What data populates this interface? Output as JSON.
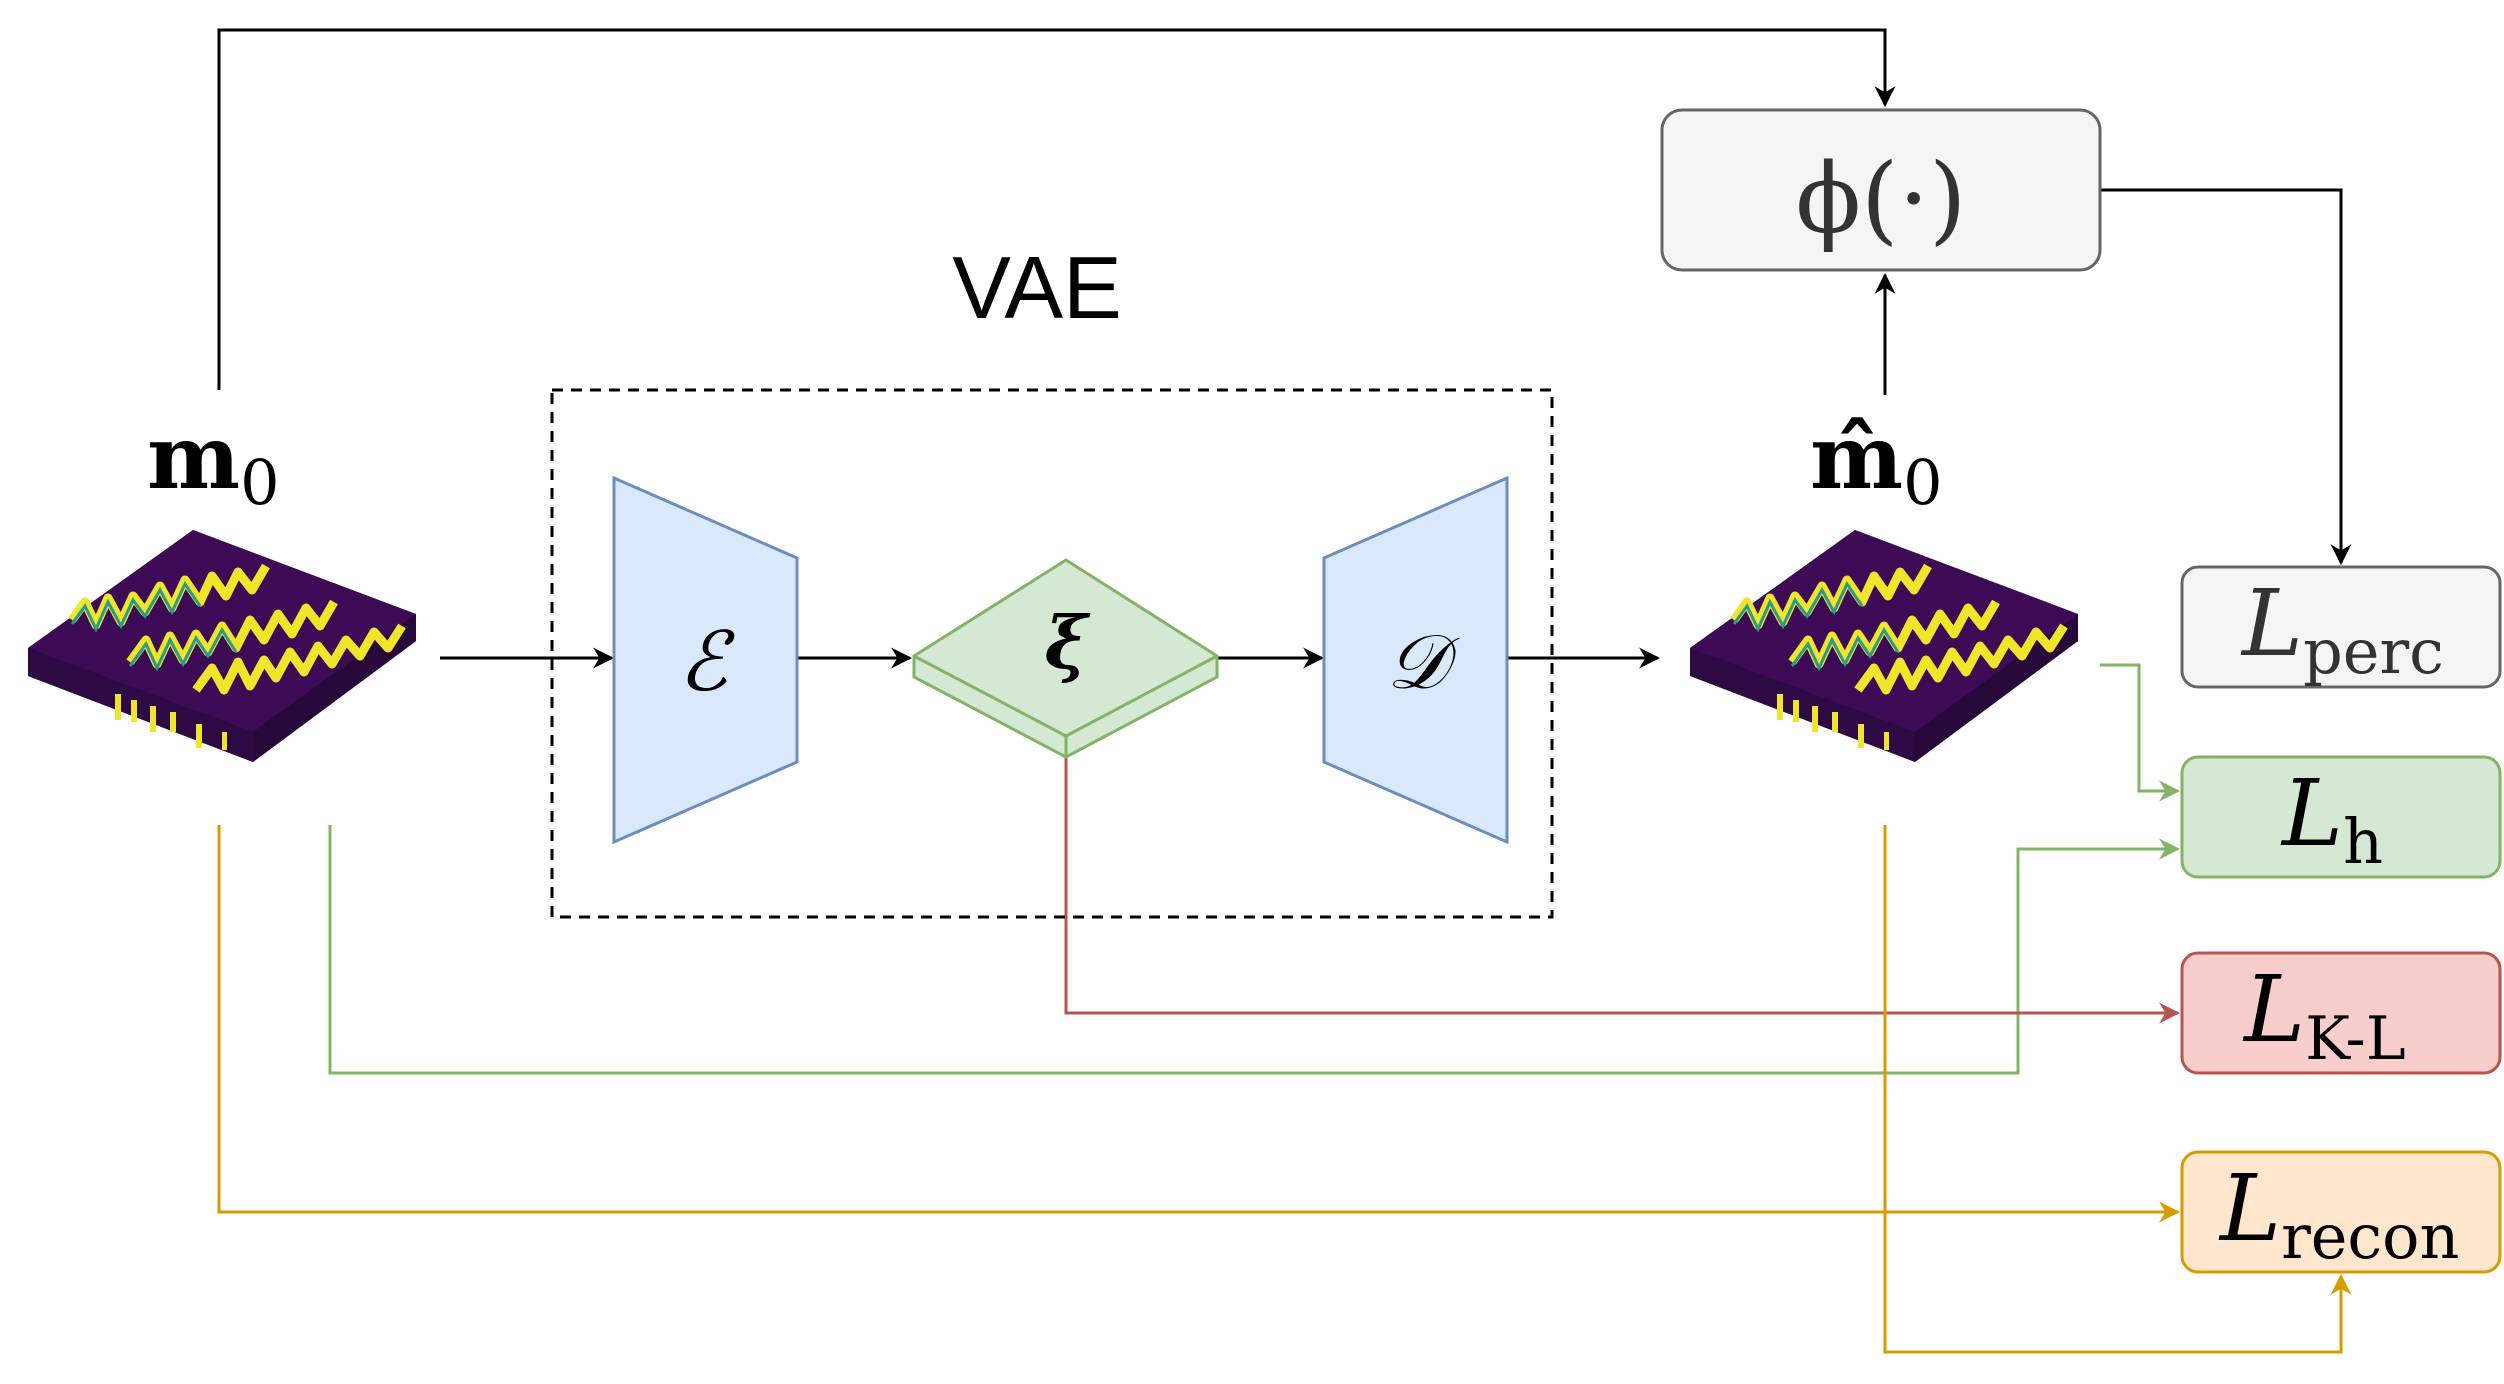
{
  "vae_label": "VAE",
  "input": {
    "symbol": "m",
    "subscript": "0"
  },
  "output": {
    "symbol": "m̂",
    "subscript": "0"
  },
  "encoder": {
    "symbol": "ℰ"
  },
  "latent": {
    "symbol": "ξ"
  },
  "decoder": {
    "symbol": "𝒟"
  },
  "feature_extractor": {
    "label": "ϕ(·)"
  },
  "losses": [
    {
      "id": "perc",
      "symbol": "L",
      "subscript": "perc"
    },
    {
      "id": "h",
      "symbol": "L",
      "subscript": "h"
    },
    {
      "id": "kl",
      "symbol": "L",
      "subscript": "K-L"
    },
    {
      "id": "recon",
      "symbol": "L",
      "subscript": "recon"
    }
  ],
  "colors": {
    "black": "#000000",
    "blue_fill": "#dae8fc",
    "blue_stroke": "#6c8ebf",
    "green_fill": "#d5e8d4",
    "green_stroke": "#82b366",
    "gray_fill": "#f5f5f5",
    "gray_stroke": "#666666",
    "red_fill": "#f8cecc",
    "red_stroke": "#b85450",
    "orange_fill": "#ffe6cc",
    "orange_stroke": "#d79b00",
    "viridis_dark": "#3d0a55",
    "viridis_yellow": "#f0e528",
    "viridis_teal": "#2a9a8a"
  }
}
